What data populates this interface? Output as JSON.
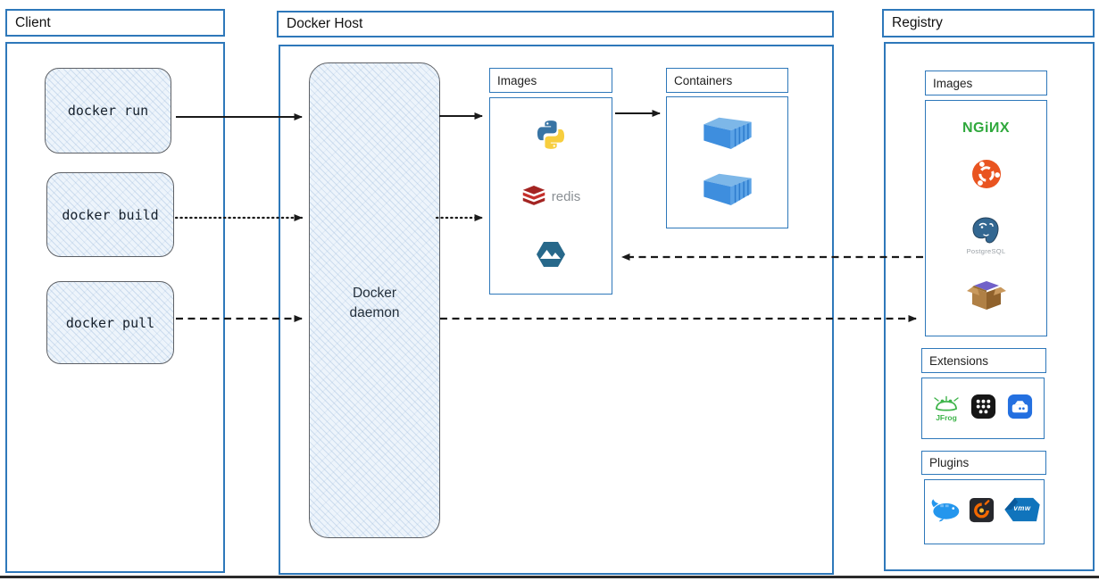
{
  "client": {
    "title": "Client",
    "commands": [
      {
        "label": "docker run",
        "arrow": "solid"
      },
      {
        "label": "docker build",
        "arrow": "dotted"
      },
      {
        "label": "docker pull",
        "arrow": "dashed"
      }
    ]
  },
  "docker_host": {
    "title": "Docker Host",
    "daemon_label": "Docker\ndaemon",
    "images": {
      "title": "Images",
      "items": [
        {
          "icon": "python-logo"
        },
        {
          "icon": "redis-logo",
          "label": "redis"
        },
        {
          "icon": "alpine-logo"
        }
      ]
    },
    "containers": {
      "title": "Containers",
      "items": [
        {
          "icon": "container-icon"
        },
        {
          "icon": "container-icon"
        }
      ]
    }
  },
  "registry": {
    "title": "Registry",
    "images": {
      "title": "Images",
      "items": [
        {
          "icon": "nginx-logo",
          "label": "NGiИX"
        },
        {
          "icon": "ubuntu-logo"
        },
        {
          "icon": "postgresql-logo",
          "label": "PostgreSQL"
        },
        {
          "icon": "package-icon"
        }
      ]
    },
    "extensions": {
      "title": "Extensions",
      "items": [
        {
          "icon": "jfrog-icon",
          "label": "JFrog"
        },
        {
          "icon": "apps-grid-icon"
        },
        {
          "icon": "drive-icon"
        }
      ]
    },
    "plugins": {
      "title": "Plugins",
      "items": [
        {
          "icon": "docker-whale-icon"
        },
        {
          "icon": "grafana-icon"
        },
        {
          "icon": "vmware-icon",
          "label": "vmw"
        }
      ]
    }
  },
  "colors": {
    "accent_blue": "#2e78ba",
    "sketch_fill": "#edf4fb",
    "arrow_black": "#1a1a1a",
    "nginx_green": "#2fa83c",
    "ubuntu_orange": "#e95420",
    "redis_red": "#c6302b",
    "docker_blue": "#2496ed"
  }
}
